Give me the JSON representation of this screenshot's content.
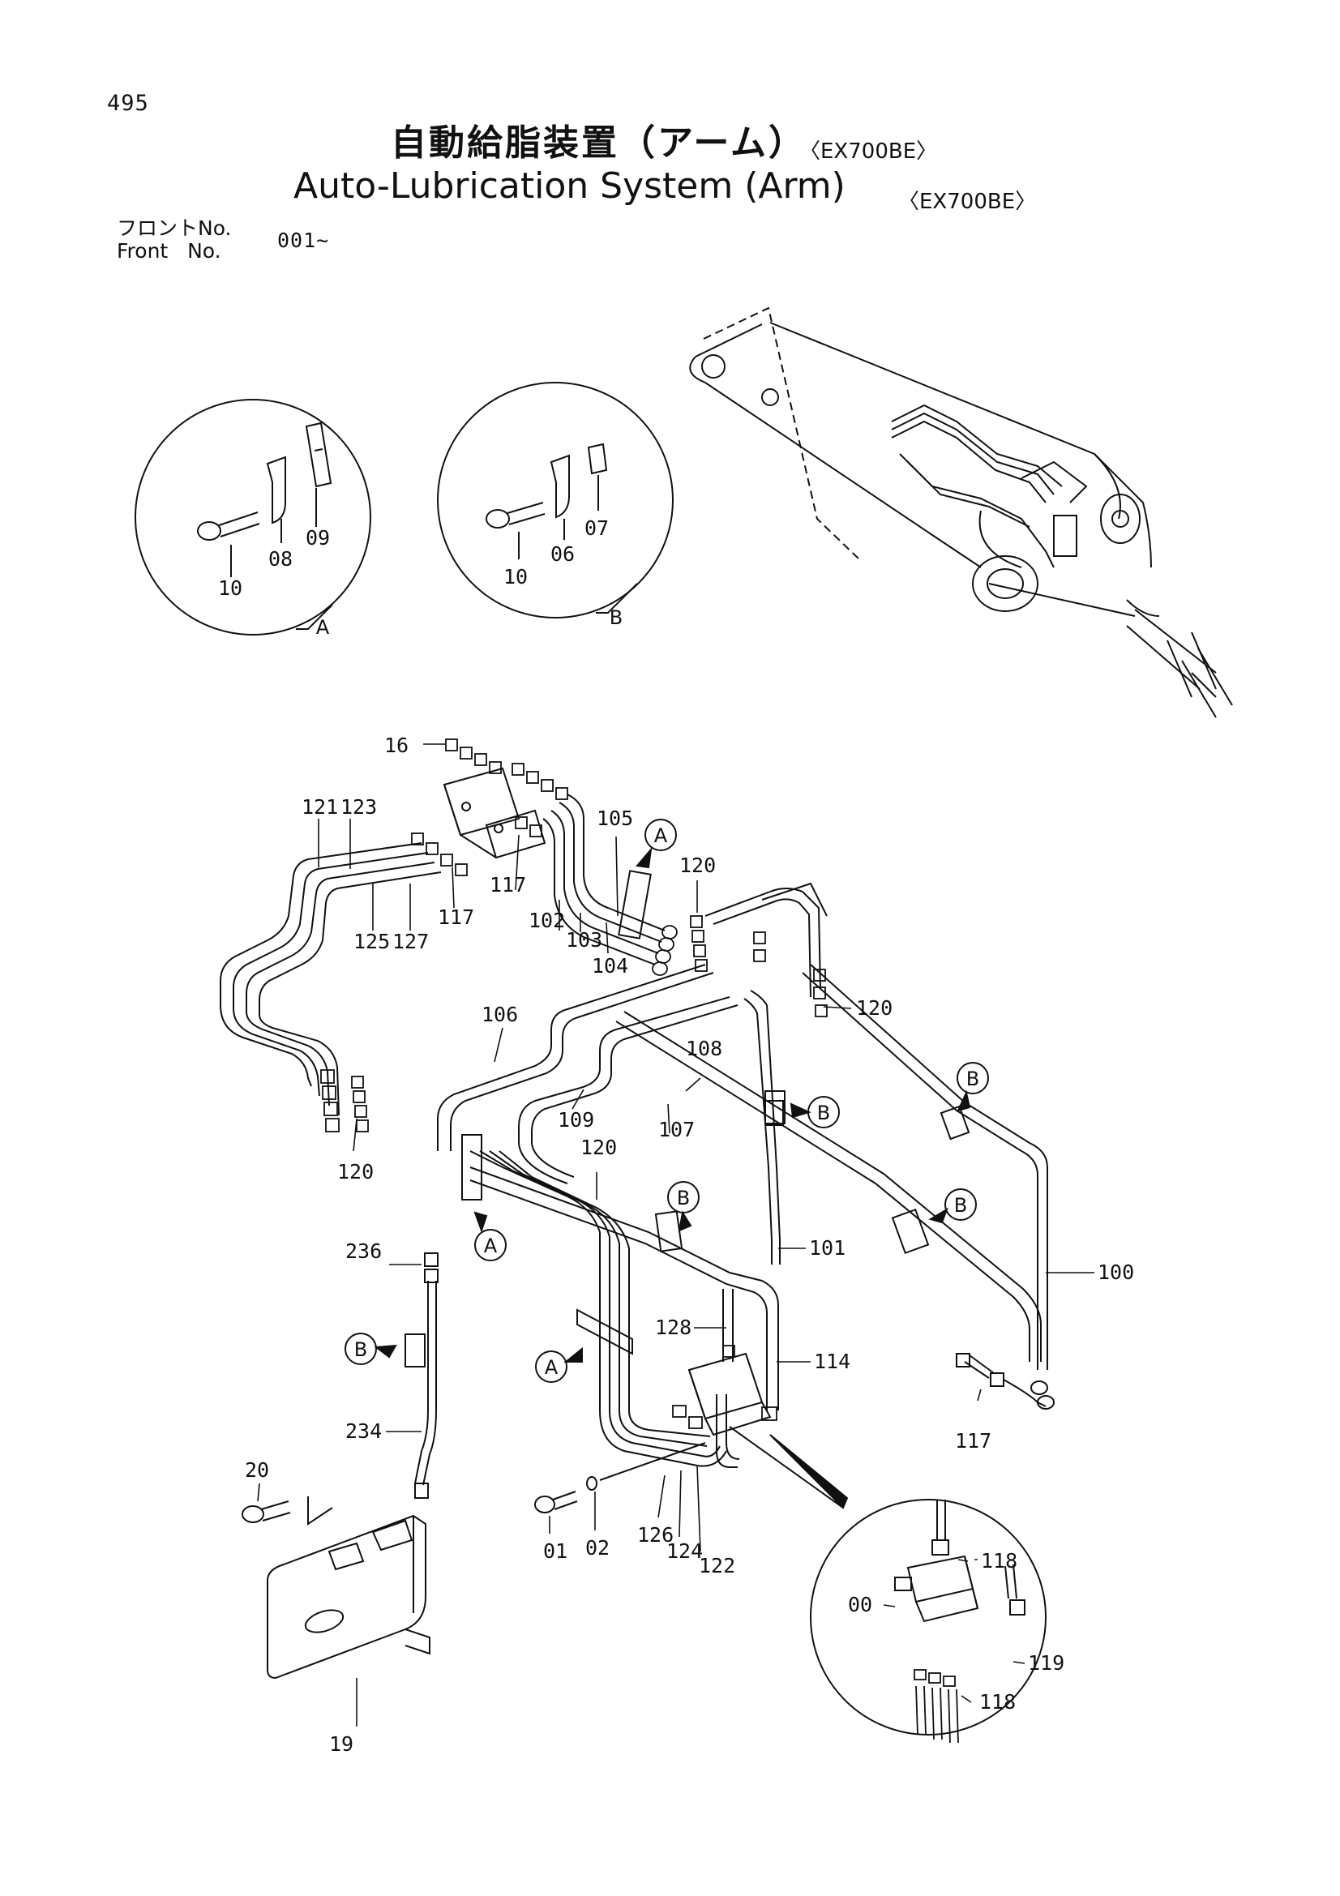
{
  "page_number": "495",
  "title_jp": "自動給脂装置（アーム）",
  "title_en": "Auto-Lubrication System (Arm)",
  "model": "〈EX700BE〉",
  "front_no": {
    "label_jp": "フロントNo.",
    "label_en": "Front   No.",
    "value": "001∼"
  },
  "details": {
    "A": {
      "tag": "A",
      "parts": [
        "10",
        "08",
        "09"
      ]
    },
    "B": {
      "tag": "B",
      "parts": [
        "10",
        "06",
        "07"
      ]
    }
  },
  "part_labels": {
    "p16": "16",
    "p121": "121",
    "p123": "123",
    "p105": "105",
    "p120a": "120",
    "p117a": "117",
    "p117b": "117",
    "p125": "125",
    "p127": "127",
    "p102": "102",
    "p103": "103",
    "p104": "104",
    "p106": "106",
    "p120b": "120",
    "p108": "108",
    "p107": "107",
    "p109": "109",
    "p120c": "120",
    "p120d": "120",
    "p236": "236",
    "p101": "101",
    "p100": "100",
    "p128": "128",
    "p114": "114",
    "p234": "234",
    "p117c": "117",
    "p20": "20",
    "p01": "01",
    "p02": "02",
    "p126": "126",
    "p124": "124",
    "p122": "122",
    "p19": "19",
    "p118a": "118",
    "p00": "00",
    "p119": "119",
    "p118b": "118"
  },
  "callouts": {
    "cA1": "A",
    "cA2": "A",
    "cA3": "A",
    "cB1": "B",
    "cB2": "B",
    "cB3": "B",
    "cB4": "B",
    "cB5": "B"
  }
}
